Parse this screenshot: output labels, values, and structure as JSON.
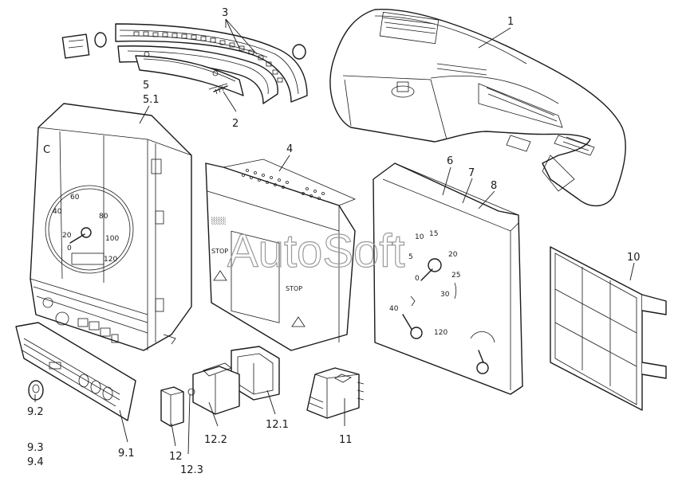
{
  "callouts": {
    "c1": "1",
    "c2": "2",
    "c3": "3",
    "c4": "4",
    "c5": "5",
    "c5_1": "5.1",
    "c6": "6",
    "c7": "7",
    "c8": "8",
    "c9_1": "9.1",
    "c9_2": "9.2",
    "c9_3": "9.3",
    "c9_4": "9.4",
    "c10": "10",
    "c11": "11",
    "c12": "12",
    "c12_1": "12.1",
    "c12_2": "12.2",
    "c12_3": "12.3"
  },
  "watermark": "AutoSoft",
  "instrument_panel": {
    "dial_numbers": [
      "20",
      "40",
      "60",
      "80",
      "100",
      "120"
    ],
    "dial_zero": "0",
    "logo_letter": "C"
  },
  "control_unit": {
    "stop_front": "STOP",
    "stop_side": "STOP"
  },
  "gauge_cluster": {
    "rpm_numbers": [
      "0",
      "5",
      "10",
      "15",
      "20",
      "25",
      "30"
    ],
    "temp_numbers": [
      "40",
      "120"
    ]
  }
}
